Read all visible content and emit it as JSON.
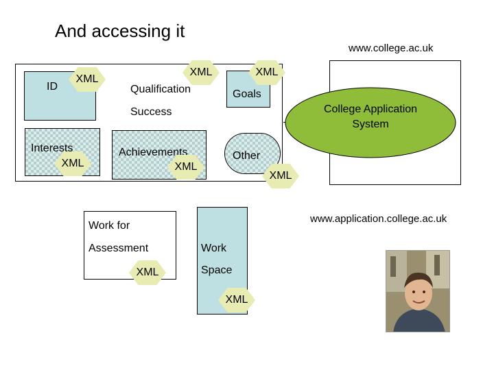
{
  "title": "And accessing it",
  "urls": {
    "college": "www.college.ac.uk",
    "application": "www.application.college.ac.uk"
  },
  "labels": {
    "id": "ID",
    "qualification": "Qualification",
    "goals": "Goals",
    "success": "Success",
    "interests": "Interests",
    "achievements": "Achievements",
    "other": "Other",
    "work_for": "Work for",
    "assessment": "Assessment",
    "work": "Work",
    "space": "Space",
    "college_app_line1": "College Application",
    "college_app_line2": "System"
  },
  "xml_tag": "XML",
  "colors": {
    "teal_box": "#bfe0e2",
    "xml_hex": "#e8ebb2",
    "ellipse": "#8fbd3a"
  },
  "icons": {
    "photo": "person-photo-icon"
  }
}
